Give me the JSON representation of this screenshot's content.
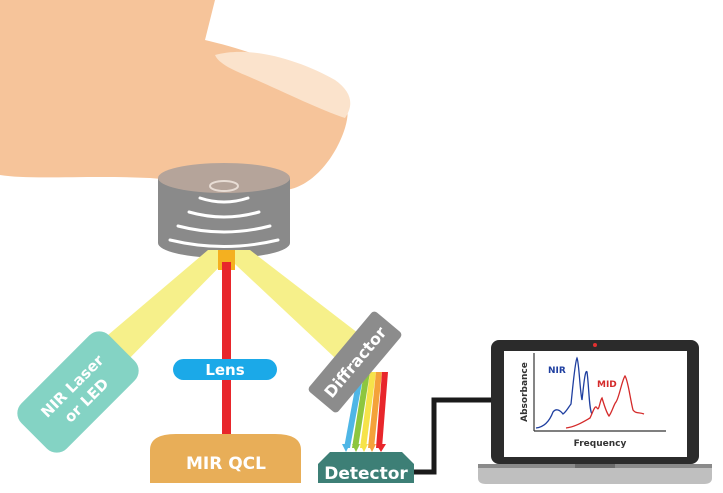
{
  "labels": {
    "nir_source": [
      "NIR Laser",
      "or LED"
    ],
    "lens": "Lens",
    "diffractor": "Diffractor",
    "mir_source": "MIR QCL",
    "detector": "Detector"
  },
  "plot": {
    "ylabel": "Absorbance",
    "xlabel": "Frequency",
    "series": [
      {
        "name": "NIR",
        "color": "#1f3fa0"
      },
      {
        "name": "MID",
        "color": "#d42a2a"
      }
    ]
  },
  "colors": {
    "skin": "#f6c49a",
    "sensor": "#8a8a8a",
    "nir_beam": "#f6f08a",
    "mir_beam": "#e8262b",
    "nir_source": "#84d3c4",
    "lens": "#1ba9e8",
    "diffractor": "#8c8c8c",
    "mir_source": "#e8ae58",
    "detector": "#3d7f76",
    "laptop": "#2b2b2b"
  },
  "icons": [
    "fingertip-icon",
    "sensor-icon",
    "laptop-icon",
    "spectrum-chart-icon"
  ]
}
